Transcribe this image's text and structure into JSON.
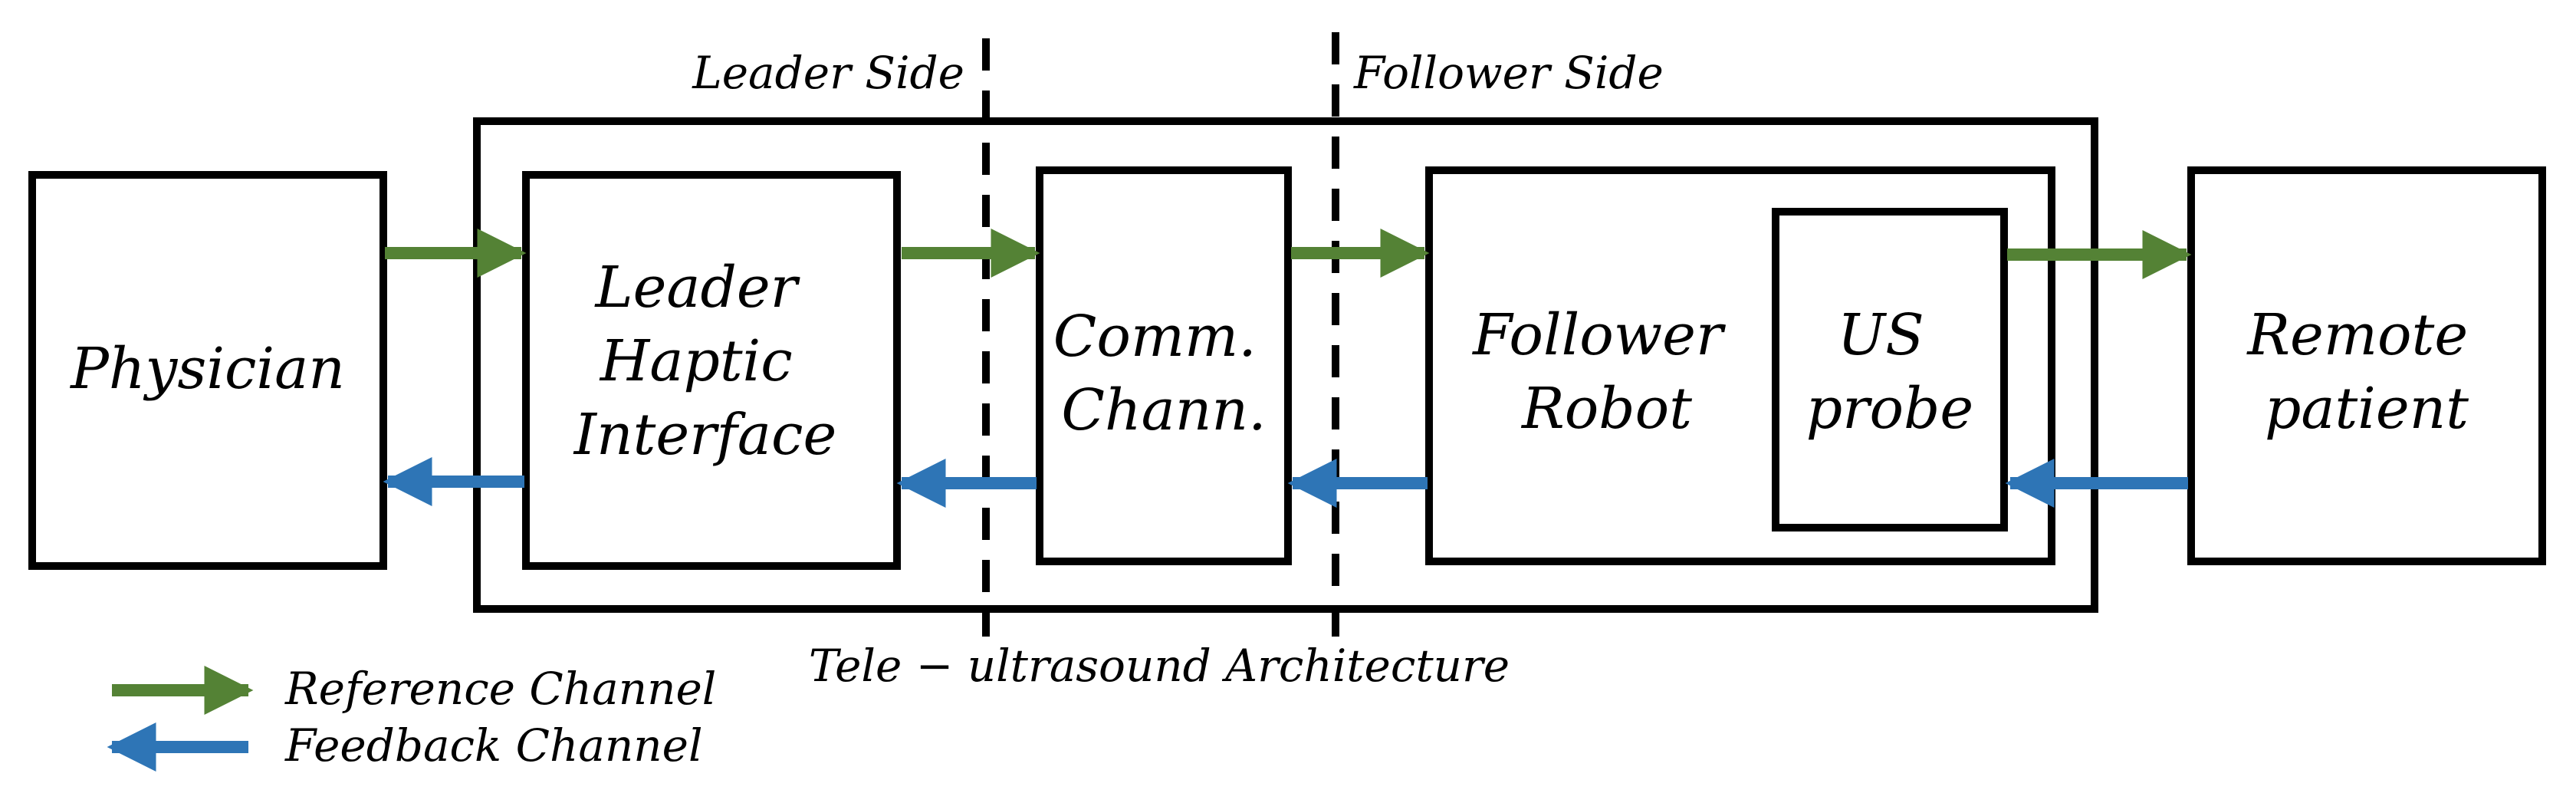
{
  "labels": {
    "leader_side": "Leader Side",
    "follower_side": "Follower Side",
    "architecture": "Tele − ultrasound Architecture"
  },
  "blocks": {
    "physician": [
      "Physician"
    ],
    "leader_haptic": [
      "Leader",
      "Haptic",
      "Interface"
    ],
    "comm_channel": [
      "Comm.",
      "Chann."
    ],
    "follower_robot": [
      "Follower",
      "Robot"
    ],
    "us_probe": [
      "US",
      "probe"
    ],
    "remote_patient": [
      "Remote",
      "patient"
    ]
  },
  "legend": {
    "reference": "Reference Channel",
    "feedback": "Feedback Channel"
  },
  "colors": {
    "reference": "#548235",
    "feedback": "#2E75B6",
    "stroke": "#000000"
  }
}
